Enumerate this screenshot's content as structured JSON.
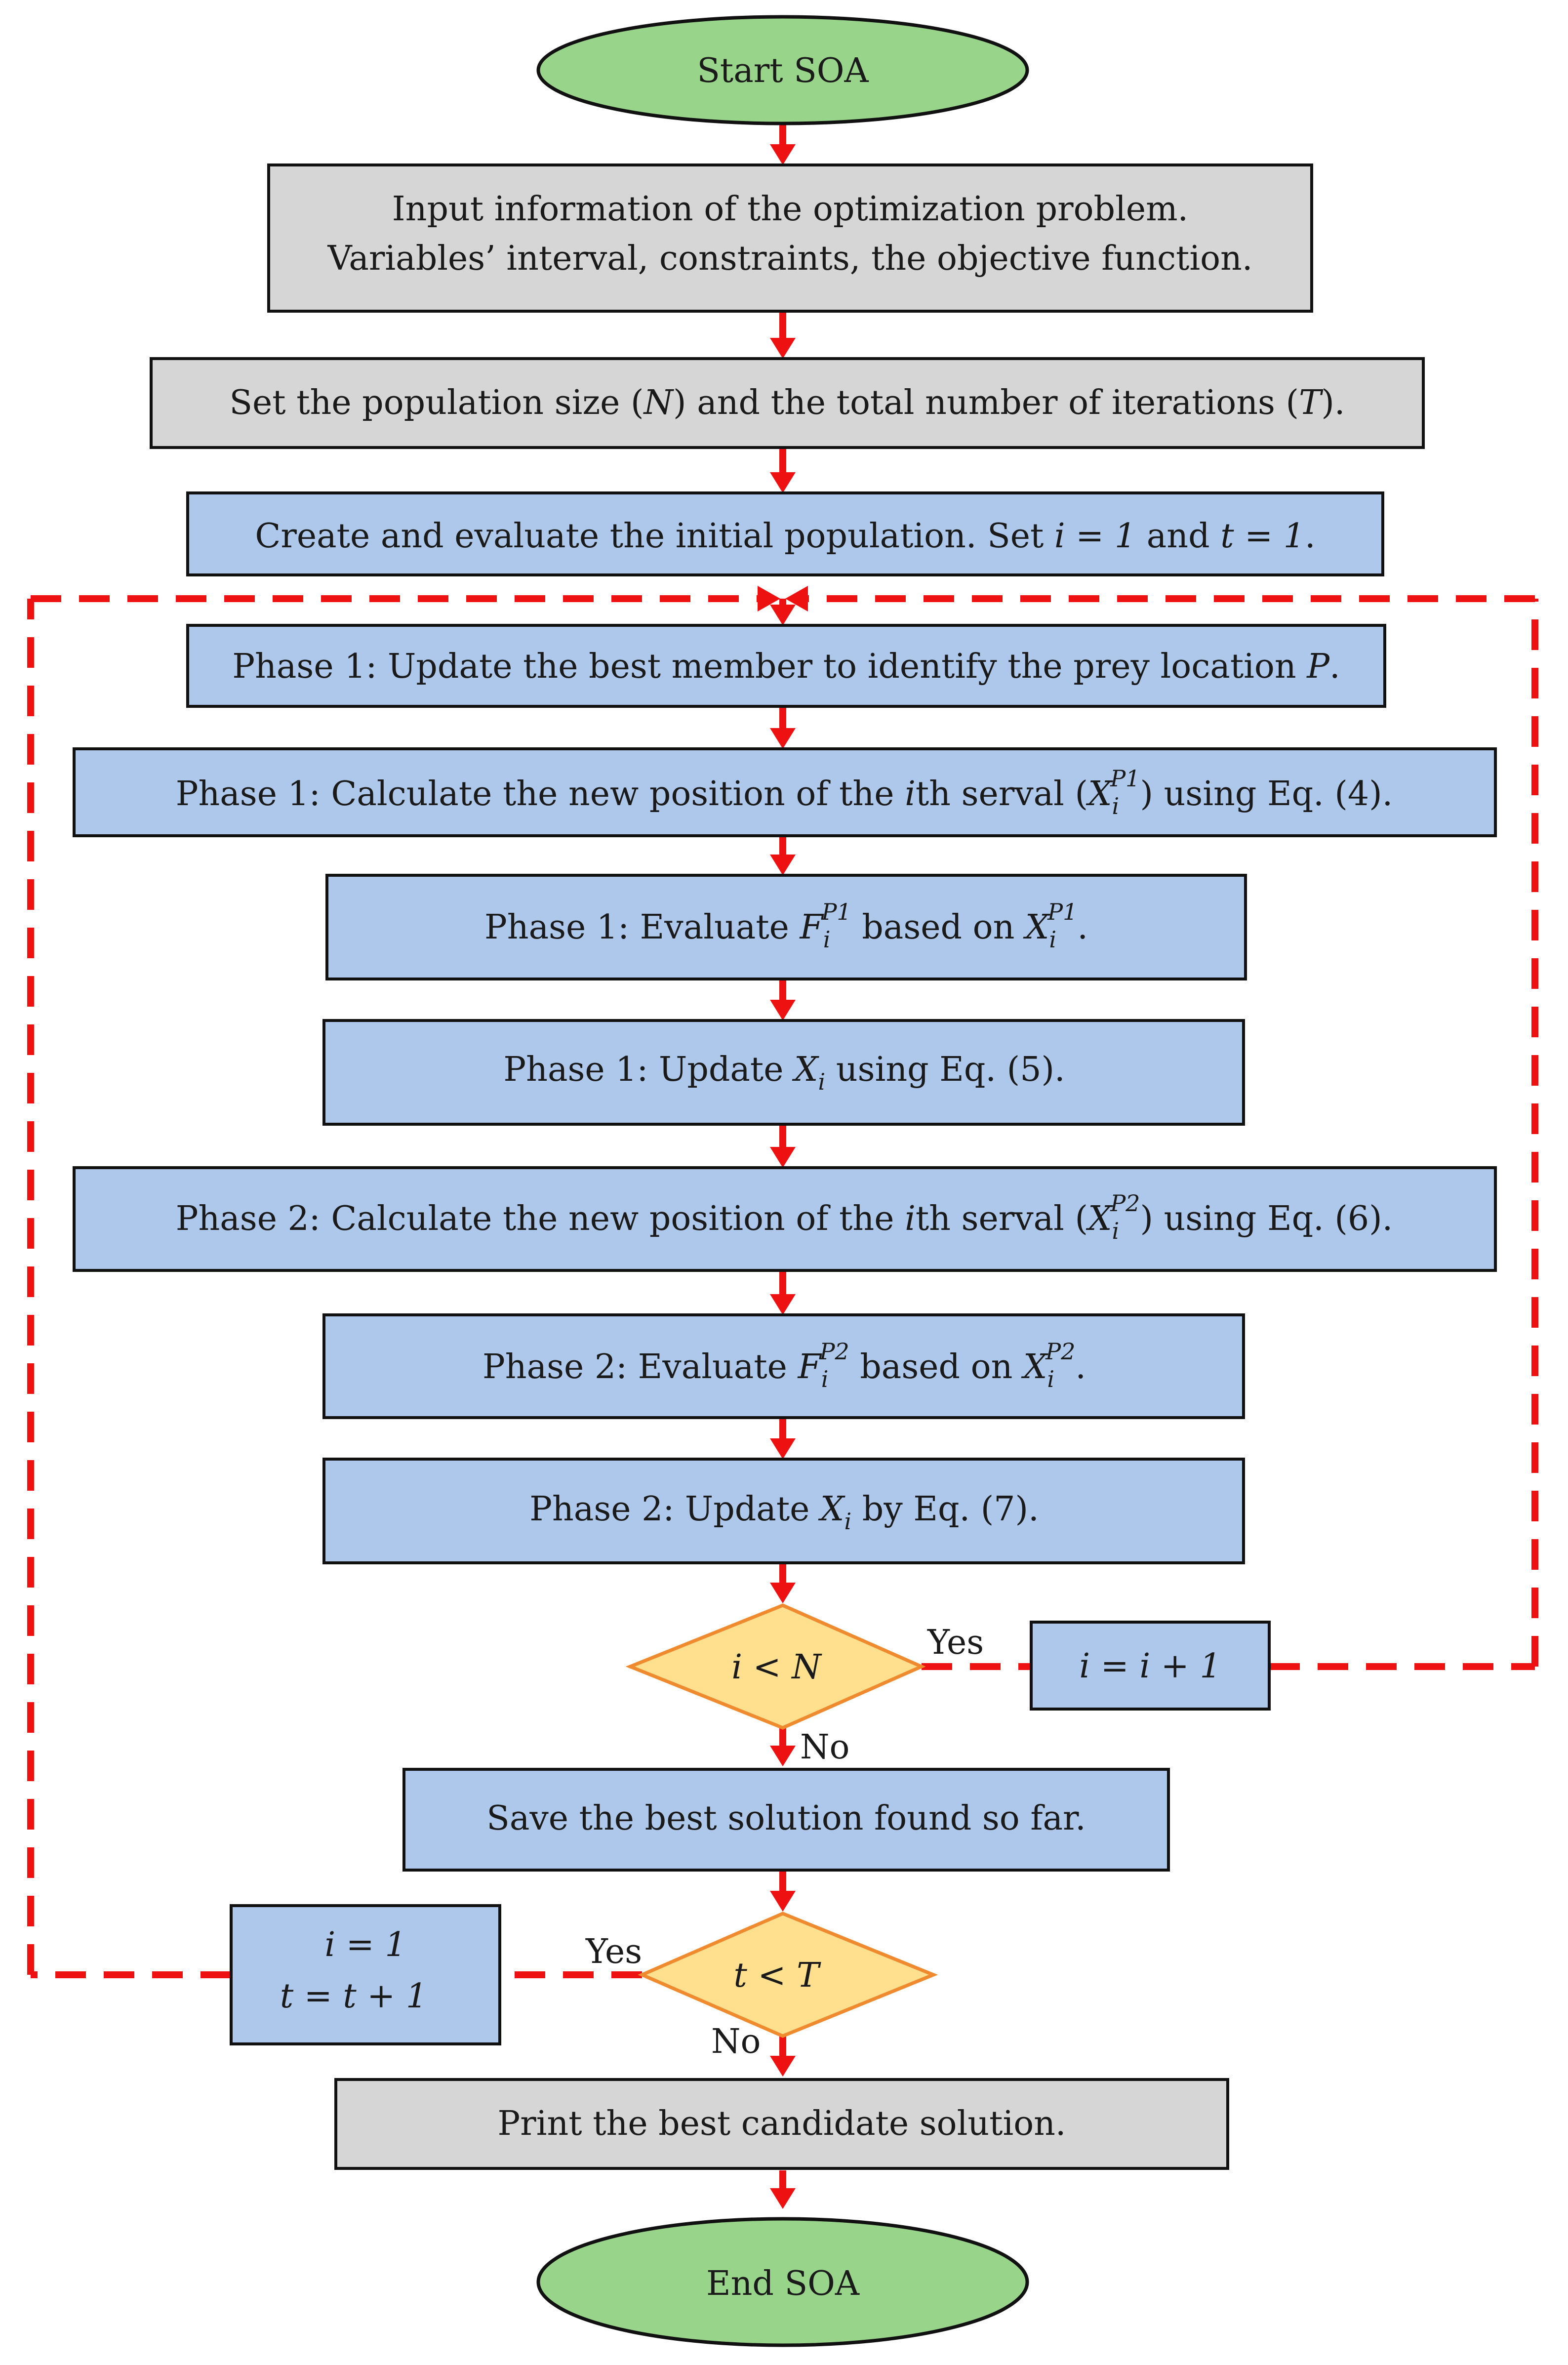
{
  "colors": {
    "terminal_fill": "#98d48a",
    "terminal_stroke": "#4a8a3a",
    "gray_fill": "#d6d6d6",
    "blue_fill": "#adc8ea",
    "diamond_fill": "#ffe08f",
    "diamond_stroke": "#f08a2e",
    "arrow": "#ee1111",
    "box_stroke": "#111111"
  },
  "start": "Start SOA",
  "input_line1": "Input information of the optimization problem.",
  "input_line2": "Variables’ interval, constraints, the objective function.",
  "set_population": {
    "pre": "Set the population size (",
    "N": "N",
    "mid": ") and the total number of iterations (",
    "T": "T",
    "post": ")."
  },
  "create": {
    "pre": "Create and evaluate the initial population. Set ",
    "i_eq": "i = 1",
    "and": " and ",
    "t_eq": "t = 1",
    "post": "."
  },
  "phase1_prey": {
    "pre": "Phase 1: Update the best member to identify the prey location ",
    "P": "P",
    "post": "."
  },
  "phase1_calc": {
    "pre": "Phase 1: Calculate the new position of the ",
    "i": "i",
    "mid": "th serval (",
    "X": "X",
    "sub": "i",
    "sup": "P1",
    "post": ") using Eq. (4)."
  },
  "phase1_eval": {
    "pre": "Phase 1: Evaluate ",
    "F": "F",
    "sub": "i",
    "sup": "P1",
    "mid": " based on ",
    "X": "X",
    "sub2": "i",
    "sup2": "P1",
    "post": "."
  },
  "phase1_update": {
    "pre": "Phase 1: Update ",
    "X": "X",
    "sub": "i",
    "post": " using Eq. (5)."
  },
  "phase2_calc": {
    "pre": "Phase 2: Calculate the new position of the ",
    "i": "i",
    "mid": "th serval (",
    "X": "X",
    "sub": "i",
    "sup": "P2",
    "post": ") using Eq. (6)."
  },
  "phase2_eval": {
    "pre": "Phase 2: Evaluate ",
    "F": "F",
    "sub": "i",
    "sup": "P2",
    "mid": " based on ",
    "X": "X",
    "sub2": "i",
    "sup2": "P2",
    "post": "."
  },
  "phase2_update": {
    "pre": "Phase 2: Update ",
    "X": "X",
    "sub": "i",
    "post": " by Eq. (7)."
  },
  "decision_i": "i < N",
  "yes_i": "Yes",
  "no_i": "No",
  "incr_i": "i = i + 1",
  "save": "Save the best solution found so far.",
  "decision_t": "t < T",
  "yes_t": "Yes",
  "no_t": "No",
  "reset_line1": "i = 1",
  "reset_line2": "t = t + 1",
  "print": "Print the best candidate solution.",
  "end": "End SOA"
}
